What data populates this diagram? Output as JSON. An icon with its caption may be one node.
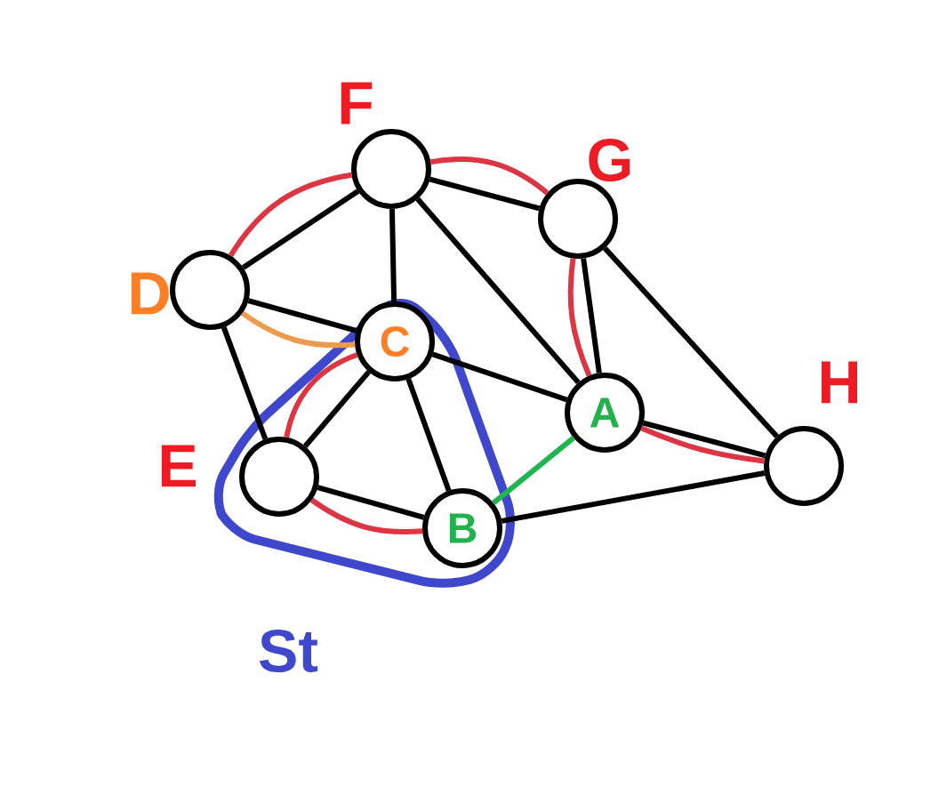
{
  "diagram": {
    "nodes": [
      {
        "text": [
          "F"
        ]
      },
      {
        "text": [
          "G"
        ]
      },
      {
        "text": [
          "D"
        ]
      },
      {
        "text": [
          "St"
        ]
      },
      {
        "text": [
          "C"
        ],
        "in": 3
      },
      {
        "text": [
          "A"
        ]
      },
      {
        "text": [
          "H"
        ]
      },
      {
        "text": [
          "E"
        ],
        "in": 3
      },
      {
        "text": [
          "B"
        ],
        "in": 3
      }
    ],
    "edges": [
      {
        "from": 0,
        "to": 1,
        "arrow": "none"
      },
      {
        "from": 0,
        "to": 2,
        "arrow": "none"
      },
      {
        "from": 0,
        "to": 4,
        "arrow": "none"
      },
      {
        "from": 0,
        "to": 5,
        "arrow": "none"
      },
      {
        "from": 1,
        "to": 5,
        "arrow": "none"
      },
      {
        "from": 1,
        "to": 6,
        "arrow": "none"
      },
      {
        "from": 2,
        "to": 4,
        "arrow": "none"
      },
      {
        "from": 2,
        "to": 7,
        "arrow": "none"
      },
      {
        "from": 4,
        "to": 7,
        "arrow": "none"
      },
      {
        "from": 4,
        "to": 8,
        "arrow": "none"
      },
      {
        "from": 4,
        "to": 5,
        "arrow": "none"
      },
      {
        "from": 7,
        "to": 8,
        "arrow": "none"
      },
      {
        "from": 5,
        "to": 6,
        "arrow": "none"
      },
      {
        "from": 8,
        "to": 6,
        "arrow": "none"
      },
      {
        "from": 6,
        "to": 5,
        "arrow": "none",
        "color": "#ed1c24"
      },
      {
        "from": 5,
        "to": 1,
        "arrow": "none",
        "color": "#ed1c24"
      },
      {
        "from": 1,
        "to": 0,
        "arrow": "none",
        "color": "#ed1c24"
      },
      {
        "from": 0,
        "to": 2,
        "arrow": "none",
        "color": "#ed1c24"
      },
      {
        "from": 2,
        "to": 4,
        "arrow": "none",
        "color": "#ff7f27"
      },
      {
        "from": 4,
        "to": 7,
        "arrow": "none",
        "color": "#ed1c24"
      },
      {
        "from": 7,
        "to": 8,
        "arrow": "none",
        "color": "#ed1c24"
      },
      {
        "from": 8,
        "to": 5,
        "arrow": "none",
        "color": "#22b14c"
      }
    ]
  }
}
